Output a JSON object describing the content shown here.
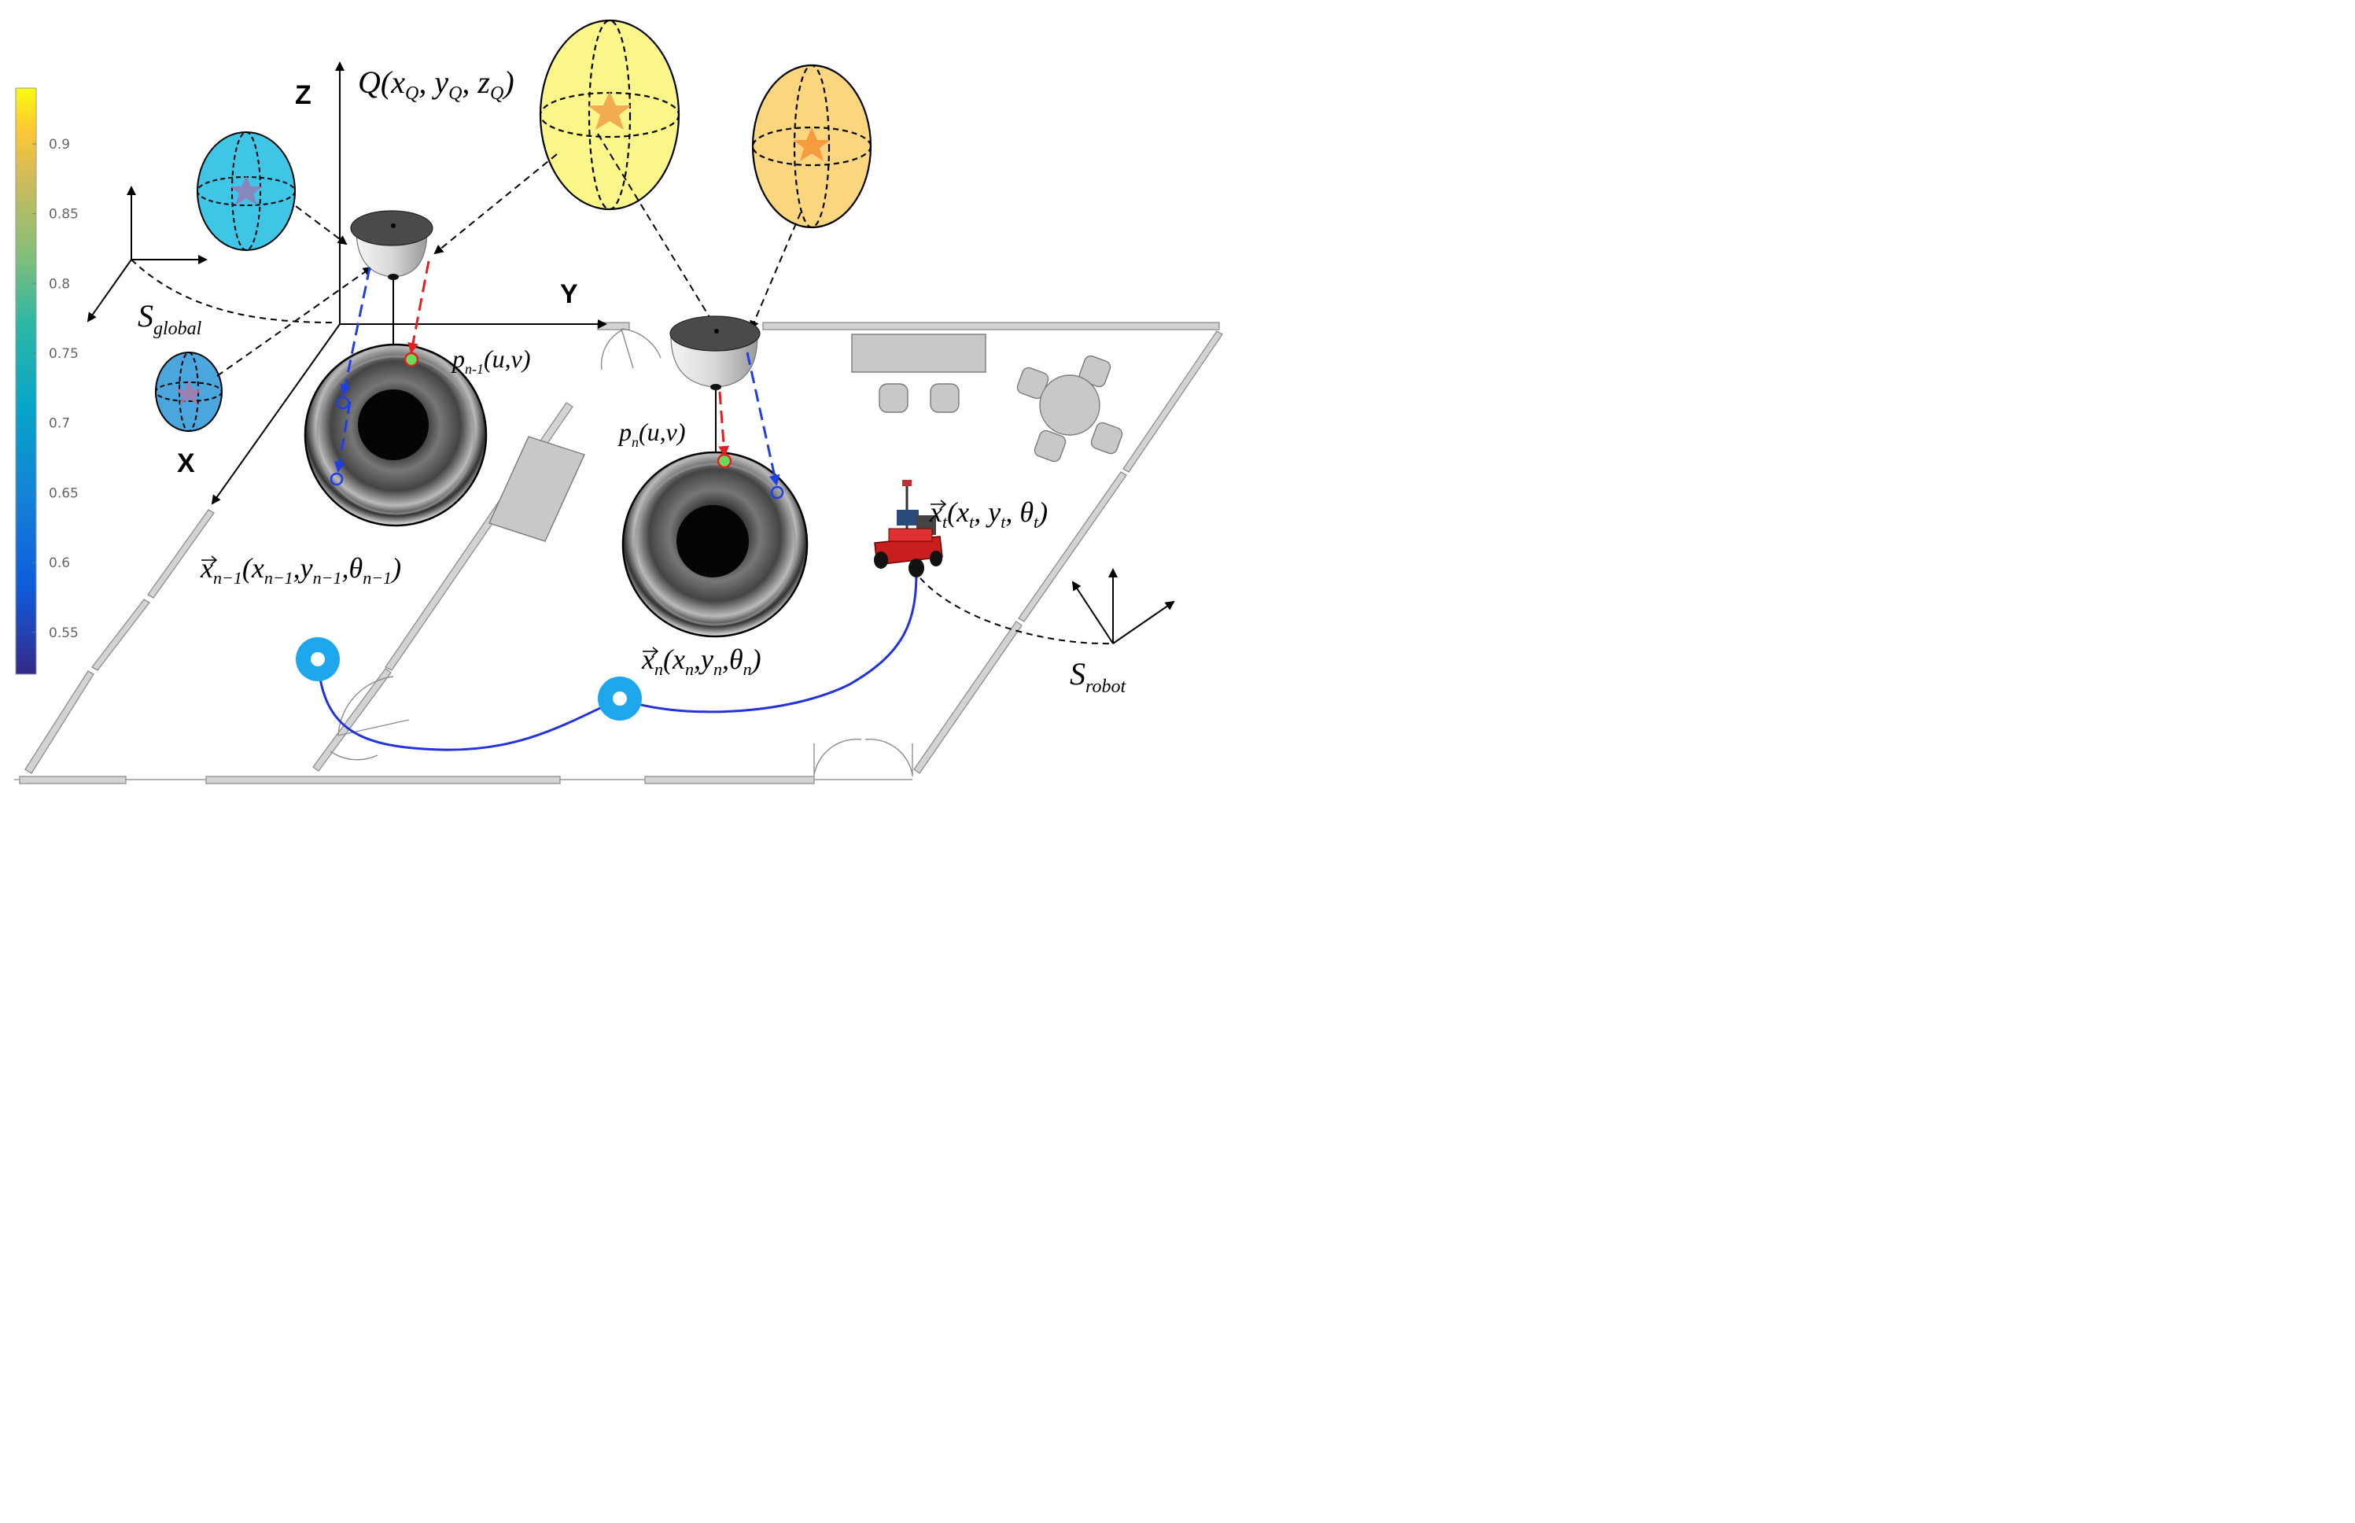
{
  "colorbar": {
    "ticks": [
      "0.9",
      "0.85",
      "0.8",
      "0.75",
      "0.7",
      "0.65",
      "0.6",
      "0.55"
    ],
    "range": [
      0.52,
      0.94
    ],
    "colormap": "parula"
  },
  "axes": {
    "global": {
      "z": "Z",
      "y": "Y",
      "x": "X"
    }
  },
  "labels": {
    "point_q": "Q(x_Q, y_Q, z_Q)",
    "frame_global": "S_global",
    "frame_robot": "S_robot",
    "proj_prev": "p_n-1(u,v)",
    "proj_curr": "p_n(u,v)",
    "pose_prev": "x_n-1(x_n-1, y_n-1, θ_n-1)",
    "pose_curr": "x_n(x_n, y_n, θ_n)",
    "pose_robot": "x_t(x_t, y_t, θ_t)"
  },
  "uncertainty_ellipsoids": [
    {
      "id": "blue-small",
      "color": "#4aa6dd"
    },
    {
      "id": "cyan-medium",
      "color": "#3fc6e6"
    },
    {
      "id": "yellow-large",
      "color": "#fbf68a"
    },
    {
      "id": "orange-right",
      "color": "#fbd67e"
    }
  ],
  "colors": {
    "trajectory": "#2233dd",
    "waypoint": "#1ea7ec",
    "projection_red": "#e02020",
    "projection_blue": "#1f3ee6",
    "wall": "#cfcfcf",
    "furniture": "#c8c8c8"
  }
}
